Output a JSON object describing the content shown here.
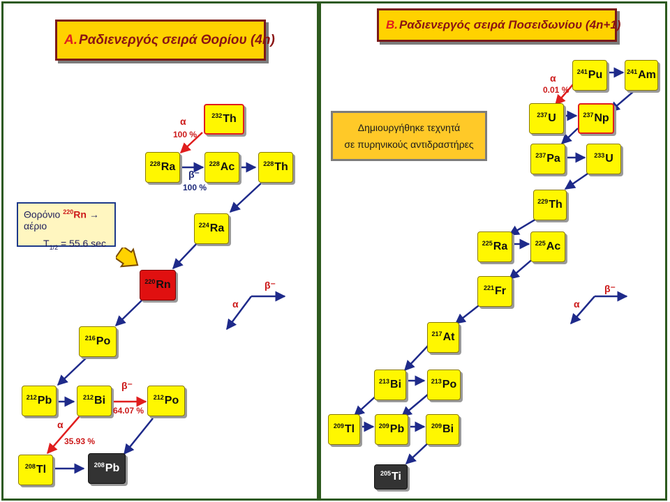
{
  "colors": {
    "panel_border": "#2d5a1e",
    "node_fill": "#fff700",
    "alpha_arrow": "#e01e1e",
    "beta_arrow": "#1e2a8a",
    "radon_fill": "#e01010",
    "stable_fill": "#333333"
  },
  "panel_a": {
    "title_letter": "A.",
    "title_text": "Ραδιενεργός σειρά Θορίου (4n)",
    "nodes": {
      "th232": {
        "mass": "232",
        "symbol": "Th"
      },
      "ra228": {
        "mass": "228",
        "symbol": "Ra"
      },
      "ac228": {
        "mass": "228",
        "symbol": "Ac"
      },
      "th228": {
        "mass": "228",
        "symbol": "Th"
      },
      "ra224": {
        "mass": "224",
        "symbol": "Ra"
      },
      "rn220": {
        "mass": "220",
        "symbol": "Rn"
      },
      "po216": {
        "mass": "216",
        "symbol": "Po"
      },
      "pb212": {
        "mass": "212",
        "symbol": "Pb"
      },
      "bi212": {
        "mass": "212",
        "symbol": "Bi"
      },
      "po212": {
        "mass": "212",
        "symbol": "Po"
      },
      "tl208": {
        "mass": "208",
        "symbol": "Tl"
      },
      "pb208": {
        "mass": "208",
        "symbol": "Pb"
      }
    },
    "labels": {
      "alpha_th": "α",
      "pct_th": "100 %",
      "beta_ra": "β⁻",
      "pct_ra": "100 %",
      "beta_bi": "β⁻",
      "pct_bi_beta": "64.07 %",
      "alpha_bi": "α",
      "pct_bi_alpha": "35.93 %"
    },
    "info": {
      "line1_prefix": "Θορόνιο",
      "line1_mass": "220",
      "line1_symbol": "Rn",
      "line1_arrow": "→",
      "line1_suffix": "αέριο",
      "line2_T": "T",
      "line2_sub": "1/2",
      "line2_value": "= 55.6 sec"
    },
    "legend": {
      "alpha": "α",
      "beta": "β⁻"
    }
  },
  "panel_b": {
    "title_letter": "B.",
    "title_text": "Ραδιενεργός σειρά Ποσειδωνίου (4n+1)",
    "created_box": {
      "line1": "Δημιουργήθηκε τεχνητά",
      "line2": "σε πυρηνικούς αντιδραστήρες"
    },
    "nodes": {
      "pu241": {
        "mass": "241",
        "symbol": "Pu"
      },
      "am241": {
        "mass": "241",
        "symbol": "Am"
      },
      "u237": {
        "mass": "237",
        "symbol": "U"
      },
      "np237": {
        "mass": "237",
        "symbol": "Np"
      },
      "pa237": {
        "mass": "237",
        "symbol": "Pa"
      },
      "u233": {
        "mass": "233",
        "symbol": "U"
      },
      "th229": {
        "mass": "229",
        "symbol": "Th"
      },
      "ra225": {
        "mass": "225",
        "symbol": "Ra"
      },
      "ac225": {
        "mass": "225",
        "symbol": "Ac"
      },
      "fr221": {
        "mass": "221",
        "symbol": "Fr"
      },
      "at217": {
        "mass": "217",
        "symbol": "At"
      },
      "bi213": {
        "mass": "213",
        "symbol": "Bi"
      },
      "po213": {
        "mass": "213",
        "symbol": "Po"
      },
      "tl209": {
        "mass": "209",
        "symbol": "Tl"
      },
      "pb209": {
        "mass": "209",
        "symbol": "Pb"
      },
      "bi209": {
        "mass": "209",
        "symbol": "Bi"
      },
      "ti205": {
        "mass": "205",
        "symbol": "Ti"
      }
    },
    "labels": {
      "alpha_pu": "α",
      "pct_pu": "0.01 %"
    },
    "legend": {
      "alpha": "α",
      "beta": "β⁻"
    }
  }
}
